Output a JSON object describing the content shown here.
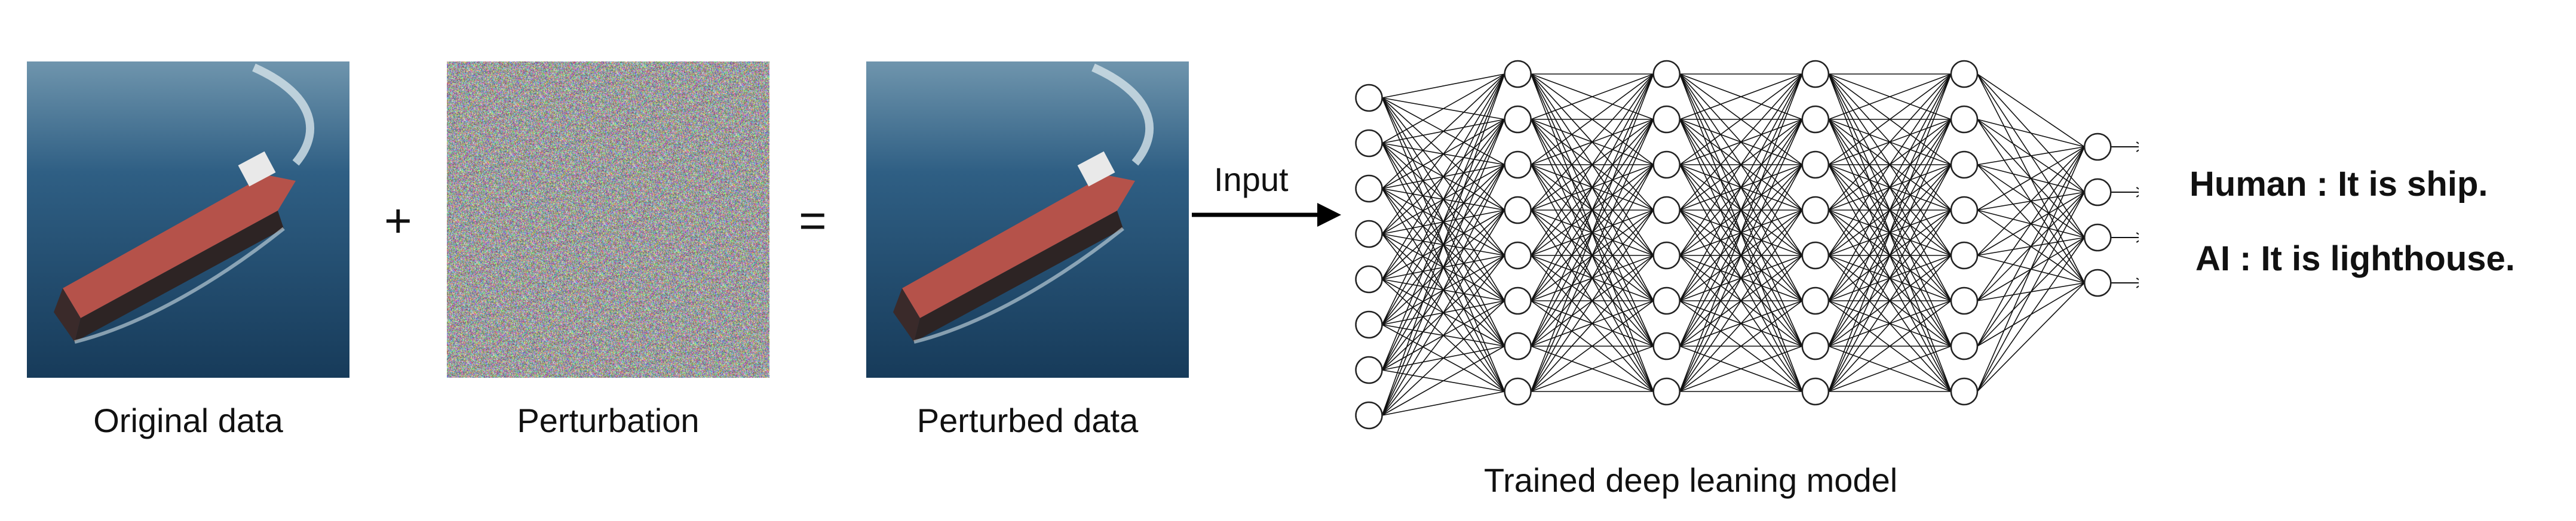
{
  "captions": {
    "original": "Original data",
    "perturbation": "Perturbation",
    "perturbed": "Perturbed data",
    "model": "Trained deep leaning model"
  },
  "operators": {
    "plus": "+",
    "equals": "="
  },
  "arrow_label": "Input",
  "results": {
    "human": "Human : It is ship.",
    "ai": "AI : It is lighthouse."
  },
  "network": {
    "layer_sizes": [
      8,
      8,
      8,
      8,
      8,
      4
    ],
    "node_color": "#ffffff",
    "edge_color": "#111111"
  },
  "colors": {
    "sea": "#1f4e73",
    "hull_deck": "#b5524a",
    "hull_dark": "#3a2a2a"
  }
}
